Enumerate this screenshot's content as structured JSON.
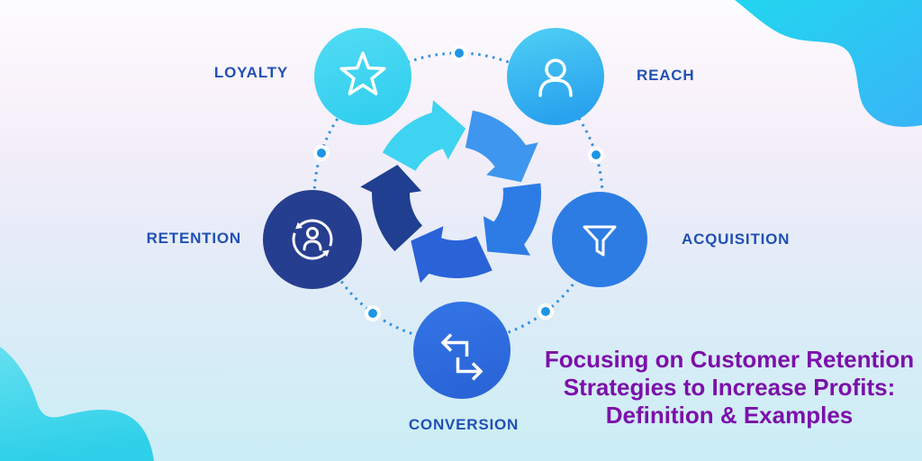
{
  "diagram": {
    "nodes": [
      {
        "id": "loyalty",
        "label": "LOYALTY",
        "icon": "star-icon",
        "color_from": "#52dcf4",
        "color_to": "#33cfef"
      },
      {
        "id": "reach",
        "label": "REACH",
        "icon": "person-icon",
        "color_from": "#4fd0f4",
        "color_to": "#29a2ee"
      },
      {
        "id": "acquisition",
        "label": "ACQUISITION",
        "icon": "funnel-icon",
        "color": "#2c7ce4"
      },
      {
        "id": "conversion",
        "label": "CONVERSION",
        "icon": "swap-arrows-icon",
        "color_from": "#3374e5",
        "color_to": "#2a64d7"
      },
      {
        "id": "retention",
        "label": "RETENTION",
        "icon": "person-refresh-icon",
        "color": "#263e90"
      }
    ],
    "arrow_colors": [
      "#3ed3f0",
      "#3e96ee",
      "#2d7ce6",
      "#2a62d8",
      "#203f90"
    ],
    "dotted_color": "#2f8fe2",
    "dot_color": "#1e96e8",
    "label_color": "#2150b4",
    "icon_color": "#ffffff"
  },
  "decor": {
    "corner_top_right": {
      "color_from": "#22d6ef",
      "color_to": "#38b5f7"
    },
    "corner_bottom_left": {
      "color_from": "#63e0f0",
      "color_to": "#2fd0e9"
    }
  },
  "title": {
    "lines": [
      "Focusing on Customer Retention",
      "Strategies to Increase Profits:",
      "Definition & Examples"
    ],
    "color": "#7c10aa"
  }
}
